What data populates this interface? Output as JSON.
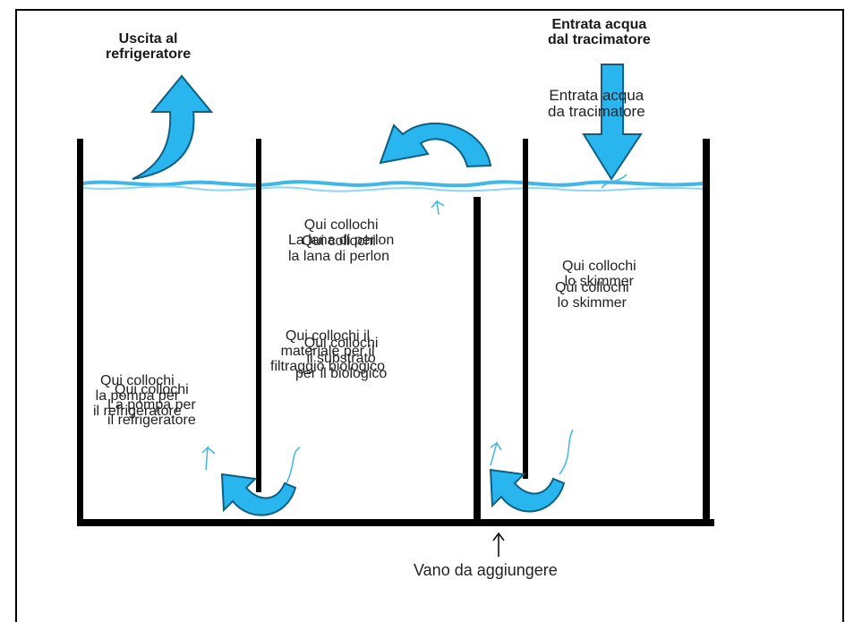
{
  "labels": {
    "outlet": [
      "Uscita al",
      "refrigeratore"
    ],
    "inlet": [
      "Entrata acqua",
      "dal tracimatore"
    ],
    "inlet_overlay": [
      "Entrata acqua",
      "da tracimatore"
    ],
    "perlon_a": [
      "Qui collochi",
      "La lana di perlon"
    ],
    "perlon_b": [
      "Qui collochi",
      "la lana di perlon"
    ],
    "bio_a": [
      "Qui collochi il",
      "materiale per il",
      "filtraggio biologico"
    ],
    "bio_b": [
      "Qui collochi",
      "il substrato",
      "per il biologico"
    ],
    "skimmer_a": [
      "Qui collochi",
      "lo skimmer"
    ],
    "skimmer_b": [
      "Qui collochi",
      "lo skimmer"
    ],
    "pump_a": [
      "Qui collochi",
      "la pompa per",
      "il refrigeratore"
    ],
    "pump_b": [
      "Qui collochi",
      "La pompa per",
      "il refrigeratore"
    ],
    "compartment": "Vano da aggiungere"
  },
  "colors": {
    "water": "#3fb7e8",
    "arrow_fill": "#29b6ee",
    "arrow_stroke": "#0d5f86",
    "wall": "#000000"
  }
}
